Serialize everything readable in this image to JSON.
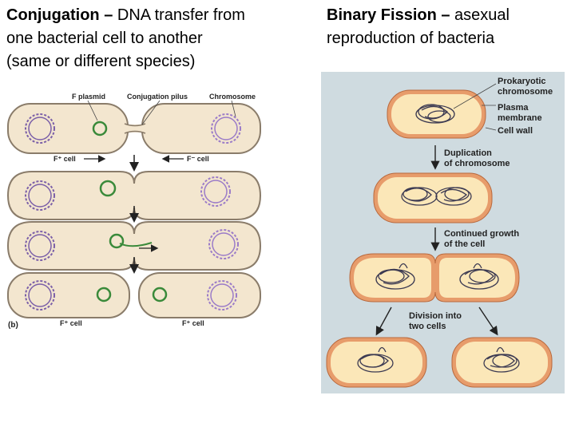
{
  "conjugation": {
    "title_bold": "Conjugation –",
    "title_rest": " DNA transfer from\none bacterial  cell to another\n(same or different species)",
    "labels": {
      "f_plasmid": "F plasmid",
      "pilus": "Conjugation pilus",
      "chromosome": "Chromosome",
      "fplus_cell_1": "F⁺ cell",
      "fminus_cell_1": "F⁻ cell",
      "panel": "(b)",
      "fplus_cell_2": "F⁺ cell",
      "fplus_cell_3": "F⁺ cell"
    }
  },
  "binary_fission": {
    "title_bold": "Binary Fission –",
    "title_rest": " asexual\nreproduction of bacteria",
    "labels": {
      "prokaryotic_1": "Prokaryotic",
      "prokaryotic_2": "chromosome",
      "plasma_1": "Plasma",
      "plasma_2": "membrane",
      "cell_wall": "Cell wall",
      "dup_1": "Duplication",
      "dup_2": "of chromosome",
      "growth_1": "Continued growth",
      "growth_2": "of the cell",
      "div_1": "Division into",
      "div_2": "two cells"
    }
  },
  "colors": {
    "cell_fill": "#f3e6cf",
    "cell_stroke": "#8a7c6a",
    "fission_bg": "#cfdbe0",
    "fission_wall": "#e79c6b",
    "fission_fill": "#fbe7b8",
    "chromosome_purple": "#7b5fa8",
    "plasmid_green": "#3a8a3a"
  }
}
